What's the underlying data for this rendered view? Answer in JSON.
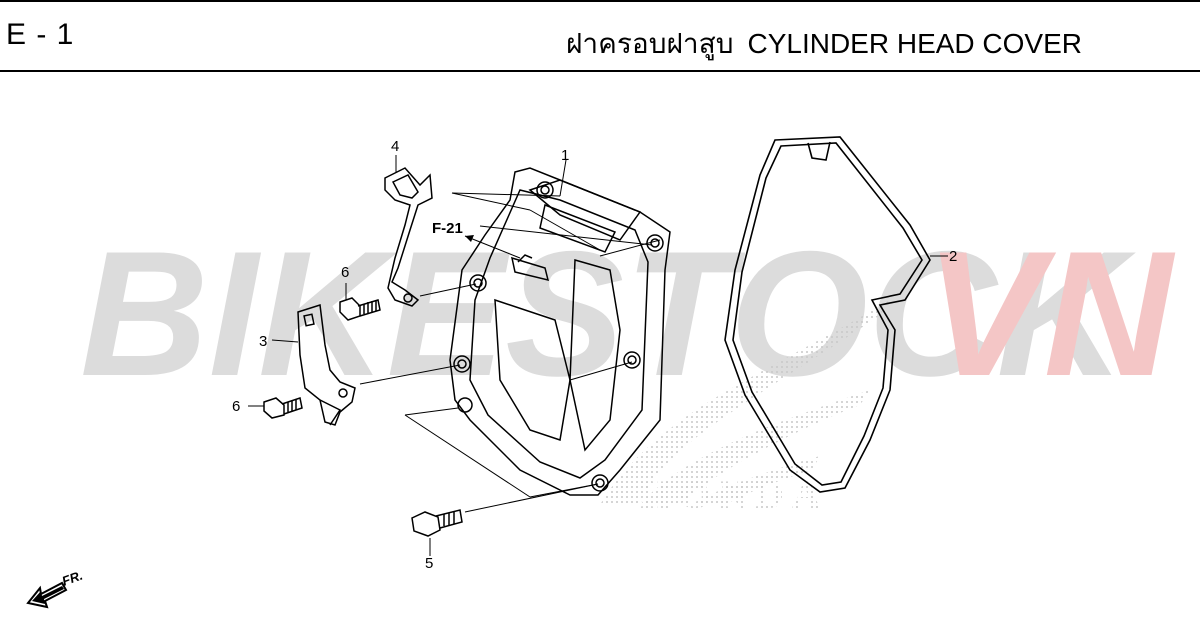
{
  "header": {
    "section_code": "E - 1",
    "title_th": "ฝาครอบฝาสูบ",
    "title_en": "CYLINDER HEAD COVER"
  },
  "watermark": {
    "text_left": "BIKESTOCK",
    "text_right": "VN",
    "color_left": "#dcdcdc",
    "color_right": "#f4c6c6"
  },
  "brand_logo": {
    "text": "HONDA",
    "color": "#cfcfcf"
  },
  "callouts": {
    "p1": "1",
    "p2": "2",
    "p3": "3",
    "p4": "4",
    "p5": "5",
    "p6a": "6",
    "p6b": "6"
  },
  "reference": {
    "label": "F-21"
  },
  "direction": {
    "label": "FR."
  },
  "colors": {
    "line": "#000000",
    "background": "#ffffff"
  }
}
